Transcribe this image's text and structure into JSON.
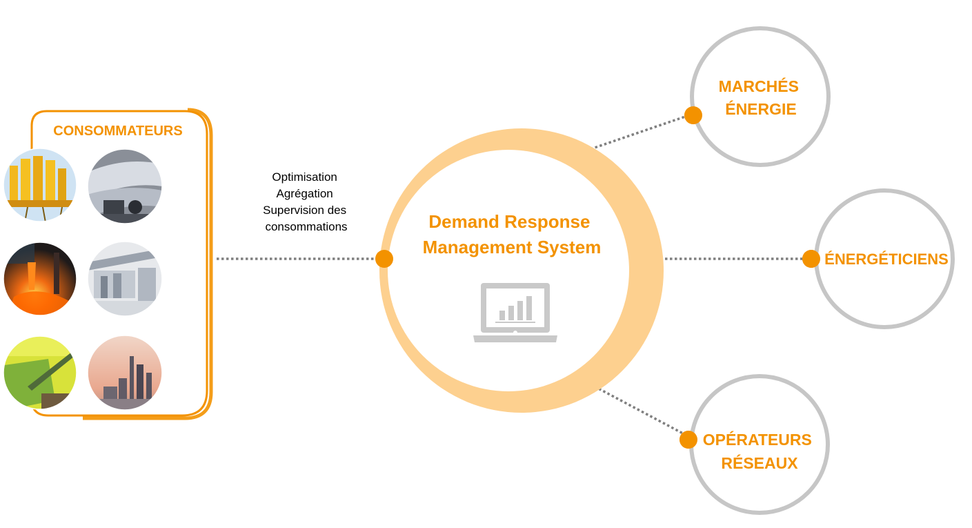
{
  "consumers": {
    "title": "CONSOMMATEURS",
    "photos": [
      {
        "subject": "cement silos"
      },
      {
        "subject": "paper mill rollers"
      },
      {
        "subject": "steel foundry pouring"
      },
      {
        "subject": "industrial machinery"
      },
      {
        "subject": "biogas digester"
      },
      {
        "subject": "refinery at dusk"
      }
    ]
  },
  "link_caption": [
    "Optimisation",
    "Agrégation",
    "Supervision des",
    "consommations"
  ],
  "center": {
    "title_lines": [
      "Demand Response",
      "Management System"
    ],
    "icon": "laptop-chart-icon"
  },
  "stakeholders": [
    {
      "lines": [
        "MARCHÉS",
        "ÉNERGIE"
      ]
    },
    {
      "lines": [
        "ÉNERGÉTICIENS"
      ]
    },
    {
      "lines": [
        "OPÉRATEURS",
        "RÉSEAUX"
      ]
    }
  ],
  "colors": {
    "accent": "#f39200",
    "accent_light": "#fdd08f",
    "ring_gray": "#c6c6c6",
    "dots_gray": "#7f7f7f",
    "icon_gray": "#c9c9c9"
  }
}
